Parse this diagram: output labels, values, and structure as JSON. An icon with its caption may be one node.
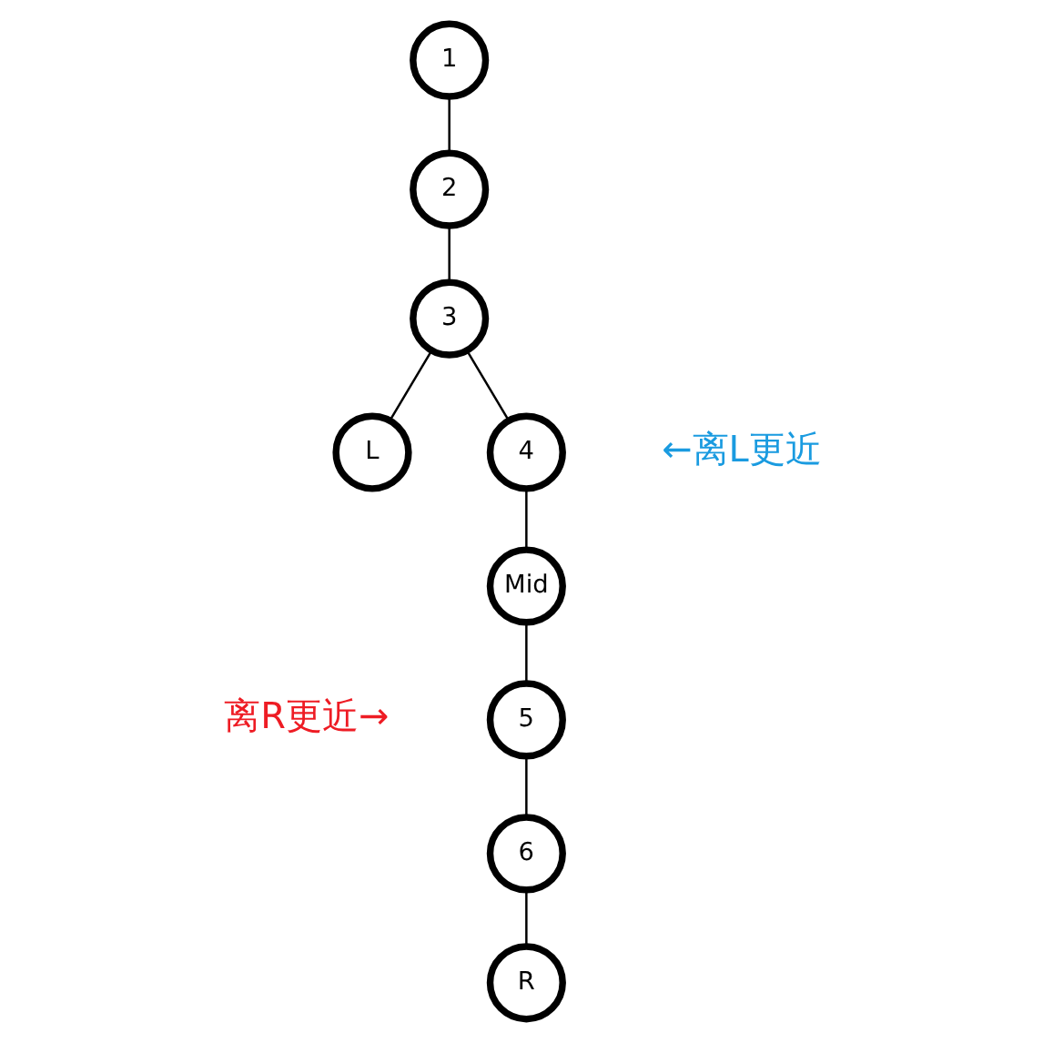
{
  "diagram": {
    "nodes": [
      {
        "text": [
          "1"
        ]
      },
      {
        "text": [
          "2"
        ]
      },
      {
        "text": [
          "3"
        ]
      },
      {
        "text": [
          "L"
        ]
      },
      {
        "text": [
          "4"
        ]
      },
      {
        "text": [
          "Mid"
        ]
      },
      {
        "text": [
          "5"
        ]
      },
      {
        "text": [
          "6"
        ]
      },
      {
        "text": [
          "R"
        ]
      }
    ],
    "edges": [
      {
        "from": 0,
        "to": 1,
        "arrow": "none"
      },
      {
        "from": 1,
        "to": 2,
        "arrow": "none"
      },
      {
        "from": 2,
        "to": 3,
        "arrow": "none"
      },
      {
        "from": 2,
        "to": 4,
        "arrow": "none"
      },
      {
        "from": 4,
        "to": 5,
        "arrow": "none"
      },
      {
        "from": 5,
        "to": 6,
        "arrow": "none"
      },
      {
        "from": 6,
        "to": 7,
        "arrow": "none"
      },
      {
        "from": 7,
        "to": 8,
        "arrow": "none"
      }
    ],
    "labels": [
      "←离L更近",
      "离R更近→"
    ]
  }
}
